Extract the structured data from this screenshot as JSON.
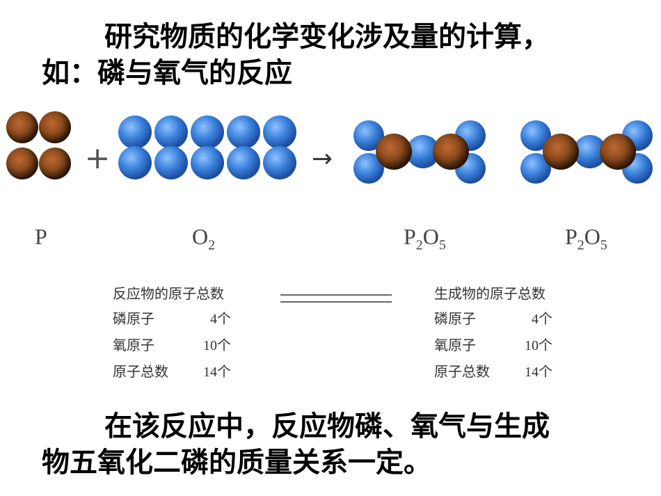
{
  "intro": {
    "line1": "研究物质的化学变化涉及量的计算，",
    "line2": "如：磷与氧气的反应"
  },
  "equation": {
    "plus": "+",
    "arrow": "→"
  },
  "formulas": {
    "phosphorus": {
      "symbol": "P",
      "sub": ""
    },
    "oxygen": {
      "symbol": "O",
      "sub": "2"
    },
    "product1": {
      "p": "P",
      "p_sub": "2",
      "o": "O",
      "o_sub": "5"
    },
    "product2": {
      "p": "P",
      "p_sub": "2",
      "o": "O",
      "o_sub": "5"
    }
  },
  "reactant_table": {
    "title": "反应物的原子总数",
    "rows": [
      {
        "label": "磷原子",
        "value": "4个"
      },
      {
        "label": "氧原子",
        "value": "10个"
      },
      {
        "label": "原子总数",
        "value": "14个"
      }
    ]
  },
  "product_table": {
    "title": "生成物的原子总数",
    "rows": [
      {
        "label": "磷原子",
        "value": "4个"
      },
      {
        "label": "氧原子",
        "value": "10个"
      },
      {
        "label": "原子总数",
        "value": "14个"
      }
    ]
  },
  "conclusion": {
    "line1": "在该反应中，反应物磷、氧气与生成",
    "line2": "物五氧化二磷的质量关系一定。"
  },
  "colors": {
    "phosphorus_atom": "#8a4a1c",
    "oxygen_atom": "#3c82dc"
  }
}
